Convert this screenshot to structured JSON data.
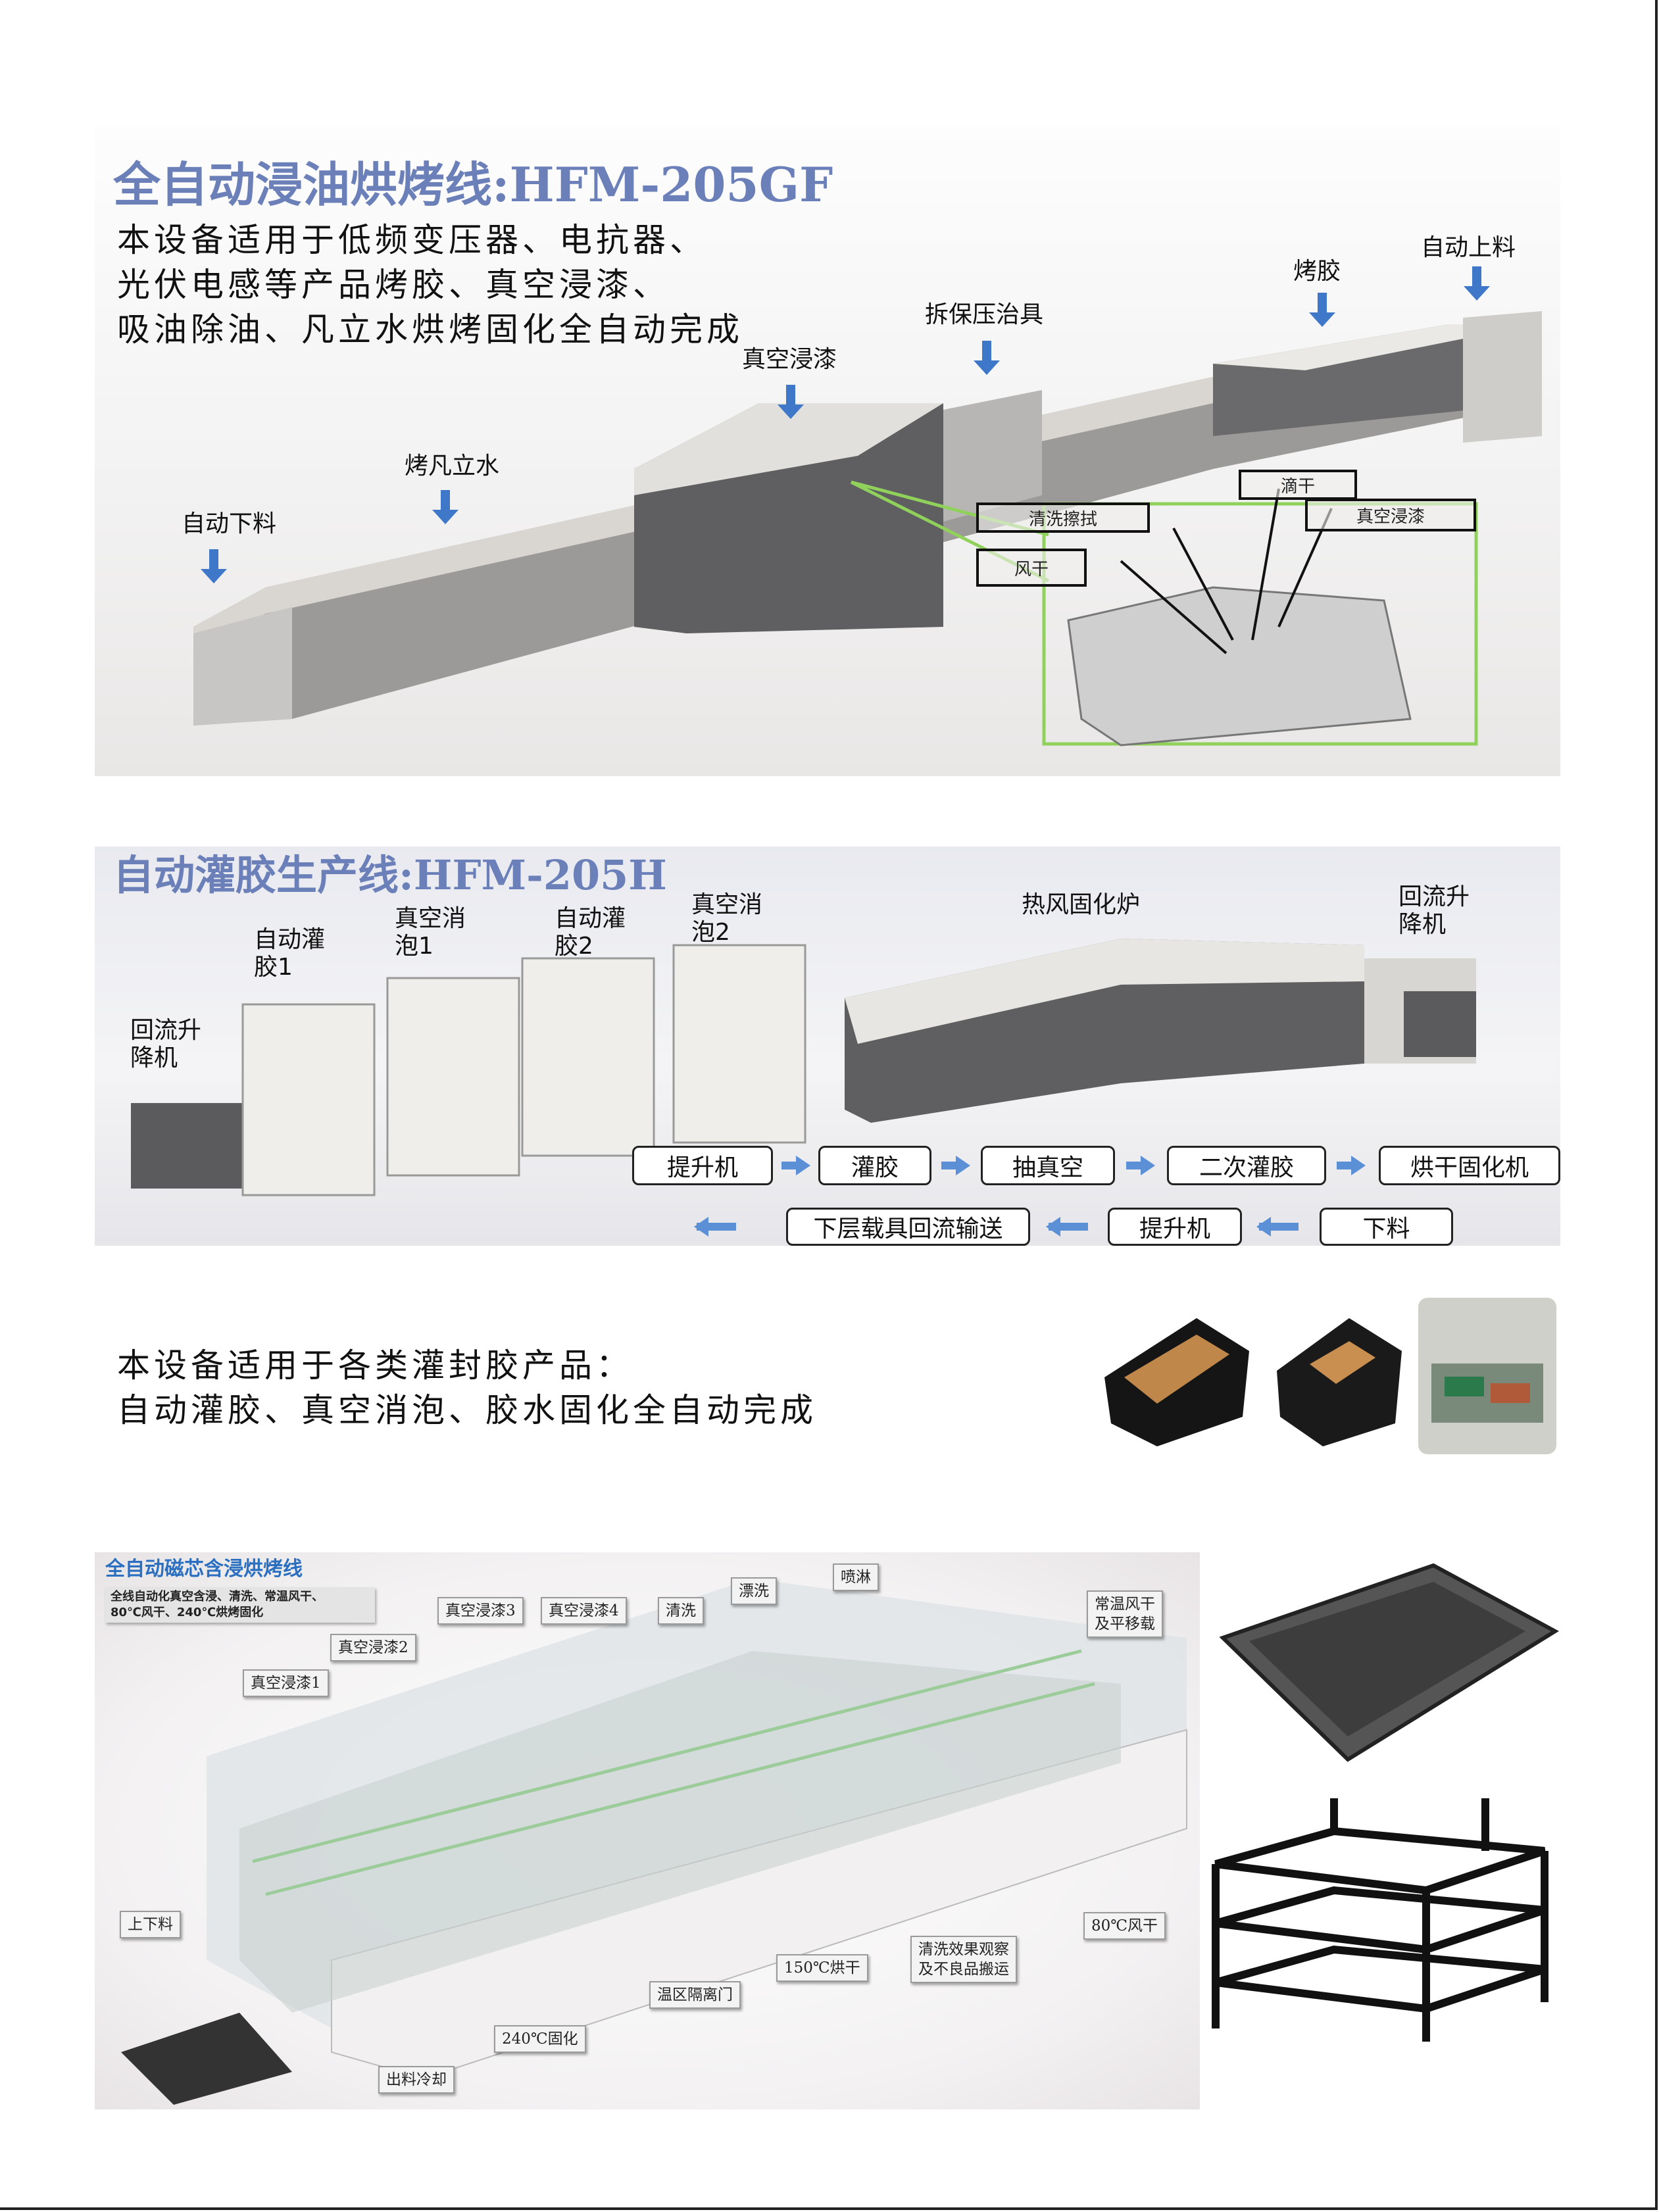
{
  "section1": {
    "title": "全自动浸油烘烤线:HFM-205GF",
    "description": [
      "本设备适用于低频变压器、电抗器、",
      "光伏电感等产品烤胶、真空浸漆、",
      "吸油除油、凡立水烘烤固化全自动完成"
    ],
    "stations": [
      "自动上料",
      "烤胶",
      "拆保压治具",
      "真空浸漆",
      "烤凡立水",
      "自动下料"
    ],
    "detail_labels": [
      "清洗擦拭",
      "滴干",
      "真空浸漆",
      "风干"
    ]
  },
  "section2": {
    "title": "自动灌胶生产线:HFM-205H",
    "stations": [
      "自动灌胶1",
      "真空消泡1",
      "自动灌胶2",
      "真空消泡2",
      "热风固化炉",
      "回流升降机",
      "回流升降机"
    ],
    "flow_row1": [
      "提升机",
      "灌胶",
      "抽真空",
      "二次灌胶",
      "烘干固化机"
    ],
    "flow_row2": [
      "下层载具回流输送",
      "提升机",
      "下料"
    ]
  },
  "section3": {
    "description": [
      "本设备适用于各类灌封胶产品：",
      "自动灌胶、真空消泡、胶水固化全自动完成"
    ]
  },
  "section4": {
    "title": "全自动磁芯含浸烘烤线",
    "subtitle": [
      "全线自动化真空含浸、清洗、常温风干、",
      "80℃风干、240℃烘烤固化"
    ],
    "callouts": [
      "真空浸漆1",
      "真空浸漆2",
      "真空浸漆3",
      "真空浸漆4",
      "清洗",
      "漂洗",
      "喷淋",
      "常温风干",
      "及平移载",
      "上下料",
      "80℃风干",
      "清洗效果观察",
      "及不良品搬运",
      "150℃烘干",
      "温区隔离门",
      "240℃固化",
      "出料冷却"
    ]
  },
  "colors": {
    "title": "#6b7fb8",
    "arrow": "#3f78c9",
    "section4_title": "#2a6fc0",
    "highlight": "#8fd15a"
  }
}
